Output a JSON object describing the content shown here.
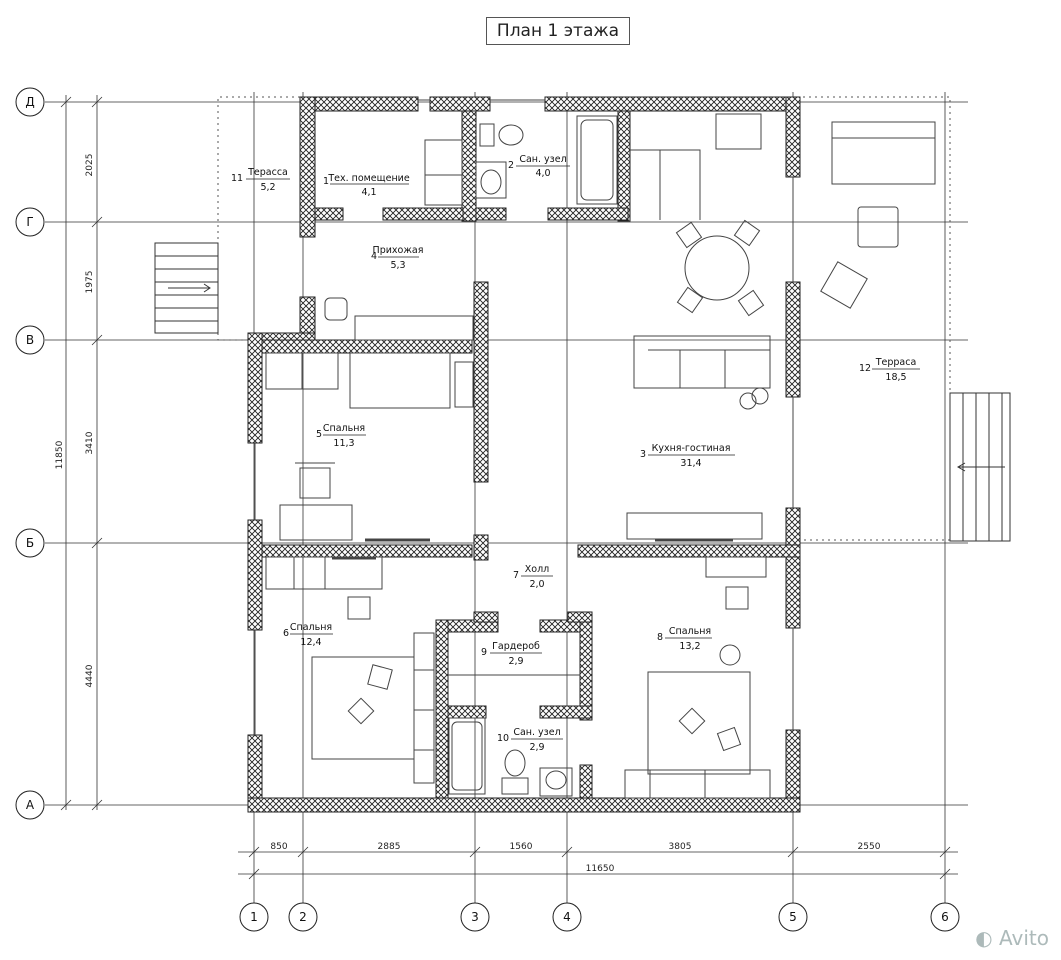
{
  "title": "План 1 этажа",
  "axes_rows": [
    "Д",
    "Г",
    "В",
    "Б",
    "А"
  ],
  "axes_cols": [
    "1",
    "2",
    "3",
    "4",
    "5",
    "6"
  ],
  "dims_left": [
    "2025",
    "1975",
    "3410",
    "4440"
  ],
  "dim_total_left": "11850",
  "dims_bottom": [
    "850",
    "2885",
    "1560",
    "3805",
    "2550"
  ],
  "dim_total_bottom": "11650",
  "rooms": [
    {
      "num": "1",
      "name": "Тех. помещение",
      "area": "4,1"
    },
    {
      "num": "2",
      "name": "Сан. узел",
      "area": "4,0"
    },
    {
      "num": "3",
      "name": "Кухня-гостиная",
      "area": "31,4"
    },
    {
      "num": "4",
      "name": "Прихожая",
      "area": "5,3"
    },
    {
      "num": "5",
      "name": "Спальня",
      "area": "11,3"
    },
    {
      "num": "6",
      "name": "Спальня",
      "area": "12,4"
    },
    {
      "num": "7",
      "name": "Холл",
      "area": "2,0"
    },
    {
      "num": "8",
      "name": "Спальня",
      "area": "13,2"
    },
    {
      "num": "9",
      "name": "Гардероб",
      "area": "2,9"
    },
    {
      "num": "10",
      "name": "Сан. узел",
      "area": "2,9"
    },
    {
      "num": "11",
      "name": "Терасса",
      "area": "5,2"
    },
    {
      "num": "12",
      "name": "Терраса",
      "area": "18,5"
    }
  ],
  "watermark": "Avito"
}
